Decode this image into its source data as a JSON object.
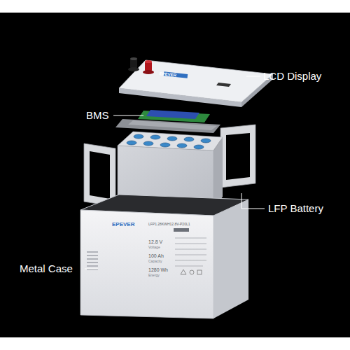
{
  "diagram": {
    "labels": [
      "LCD Display",
      "BMS",
      "LFP Battery",
      "Metal Case",
      "EPEVER",
      "EPEVER",
      "LFP1.28KWH12.8V-P20L1",
      "12.8 V",
      "Voltage",
      "100 Ah",
      "Capacity",
      "1280 Wh",
      "Energy"
    ]
  }
}
